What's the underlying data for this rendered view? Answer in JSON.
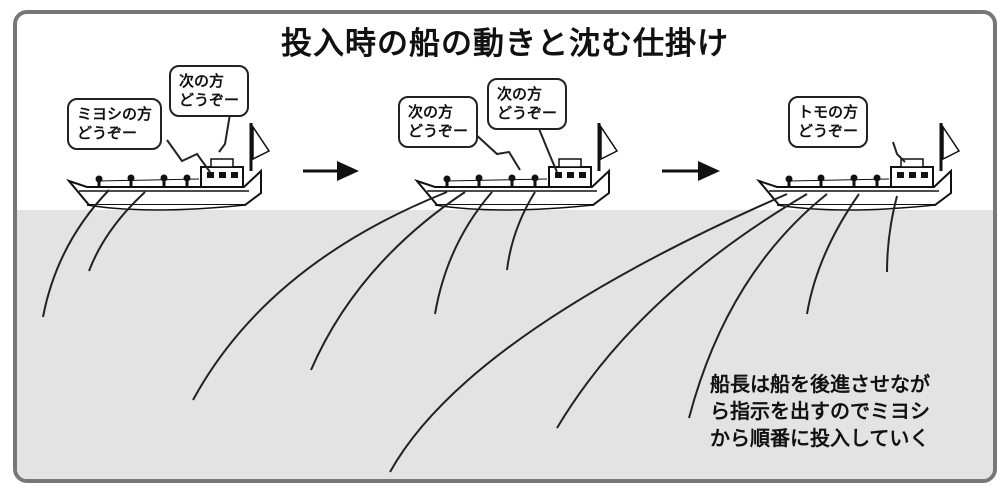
{
  "title": "投入時の船の動きと沈む仕掛け",
  "scenes": [
    {
      "bubbles": [
        {
          "line1": "ミヨシの方",
          "line2": "どうぞー"
        },
        {
          "line1": "次の方",
          "line2": "どうぞー"
        }
      ]
    },
    {
      "bubbles": [
        {
          "line1": "次の方",
          "line2": "どうぞー"
        },
        {
          "line1": "次の方",
          "line2": "どうぞー"
        }
      ]
    },
    {
      "bubbles": [
        {
          "line1": "トモの方",
          "line2": "どうぞー"
        }
      ]
    }
  ],
  "caption": {
    "line1": "船長は船を後進させなが",
    "line2": "ら指示を出すのでミヨシ",
    "line3": "から順番に投入していく"
  },
  "colors": {
    "water": "#e3e3e3",
    "border": "#777777",
    "ink": "#111111"
  }
}
